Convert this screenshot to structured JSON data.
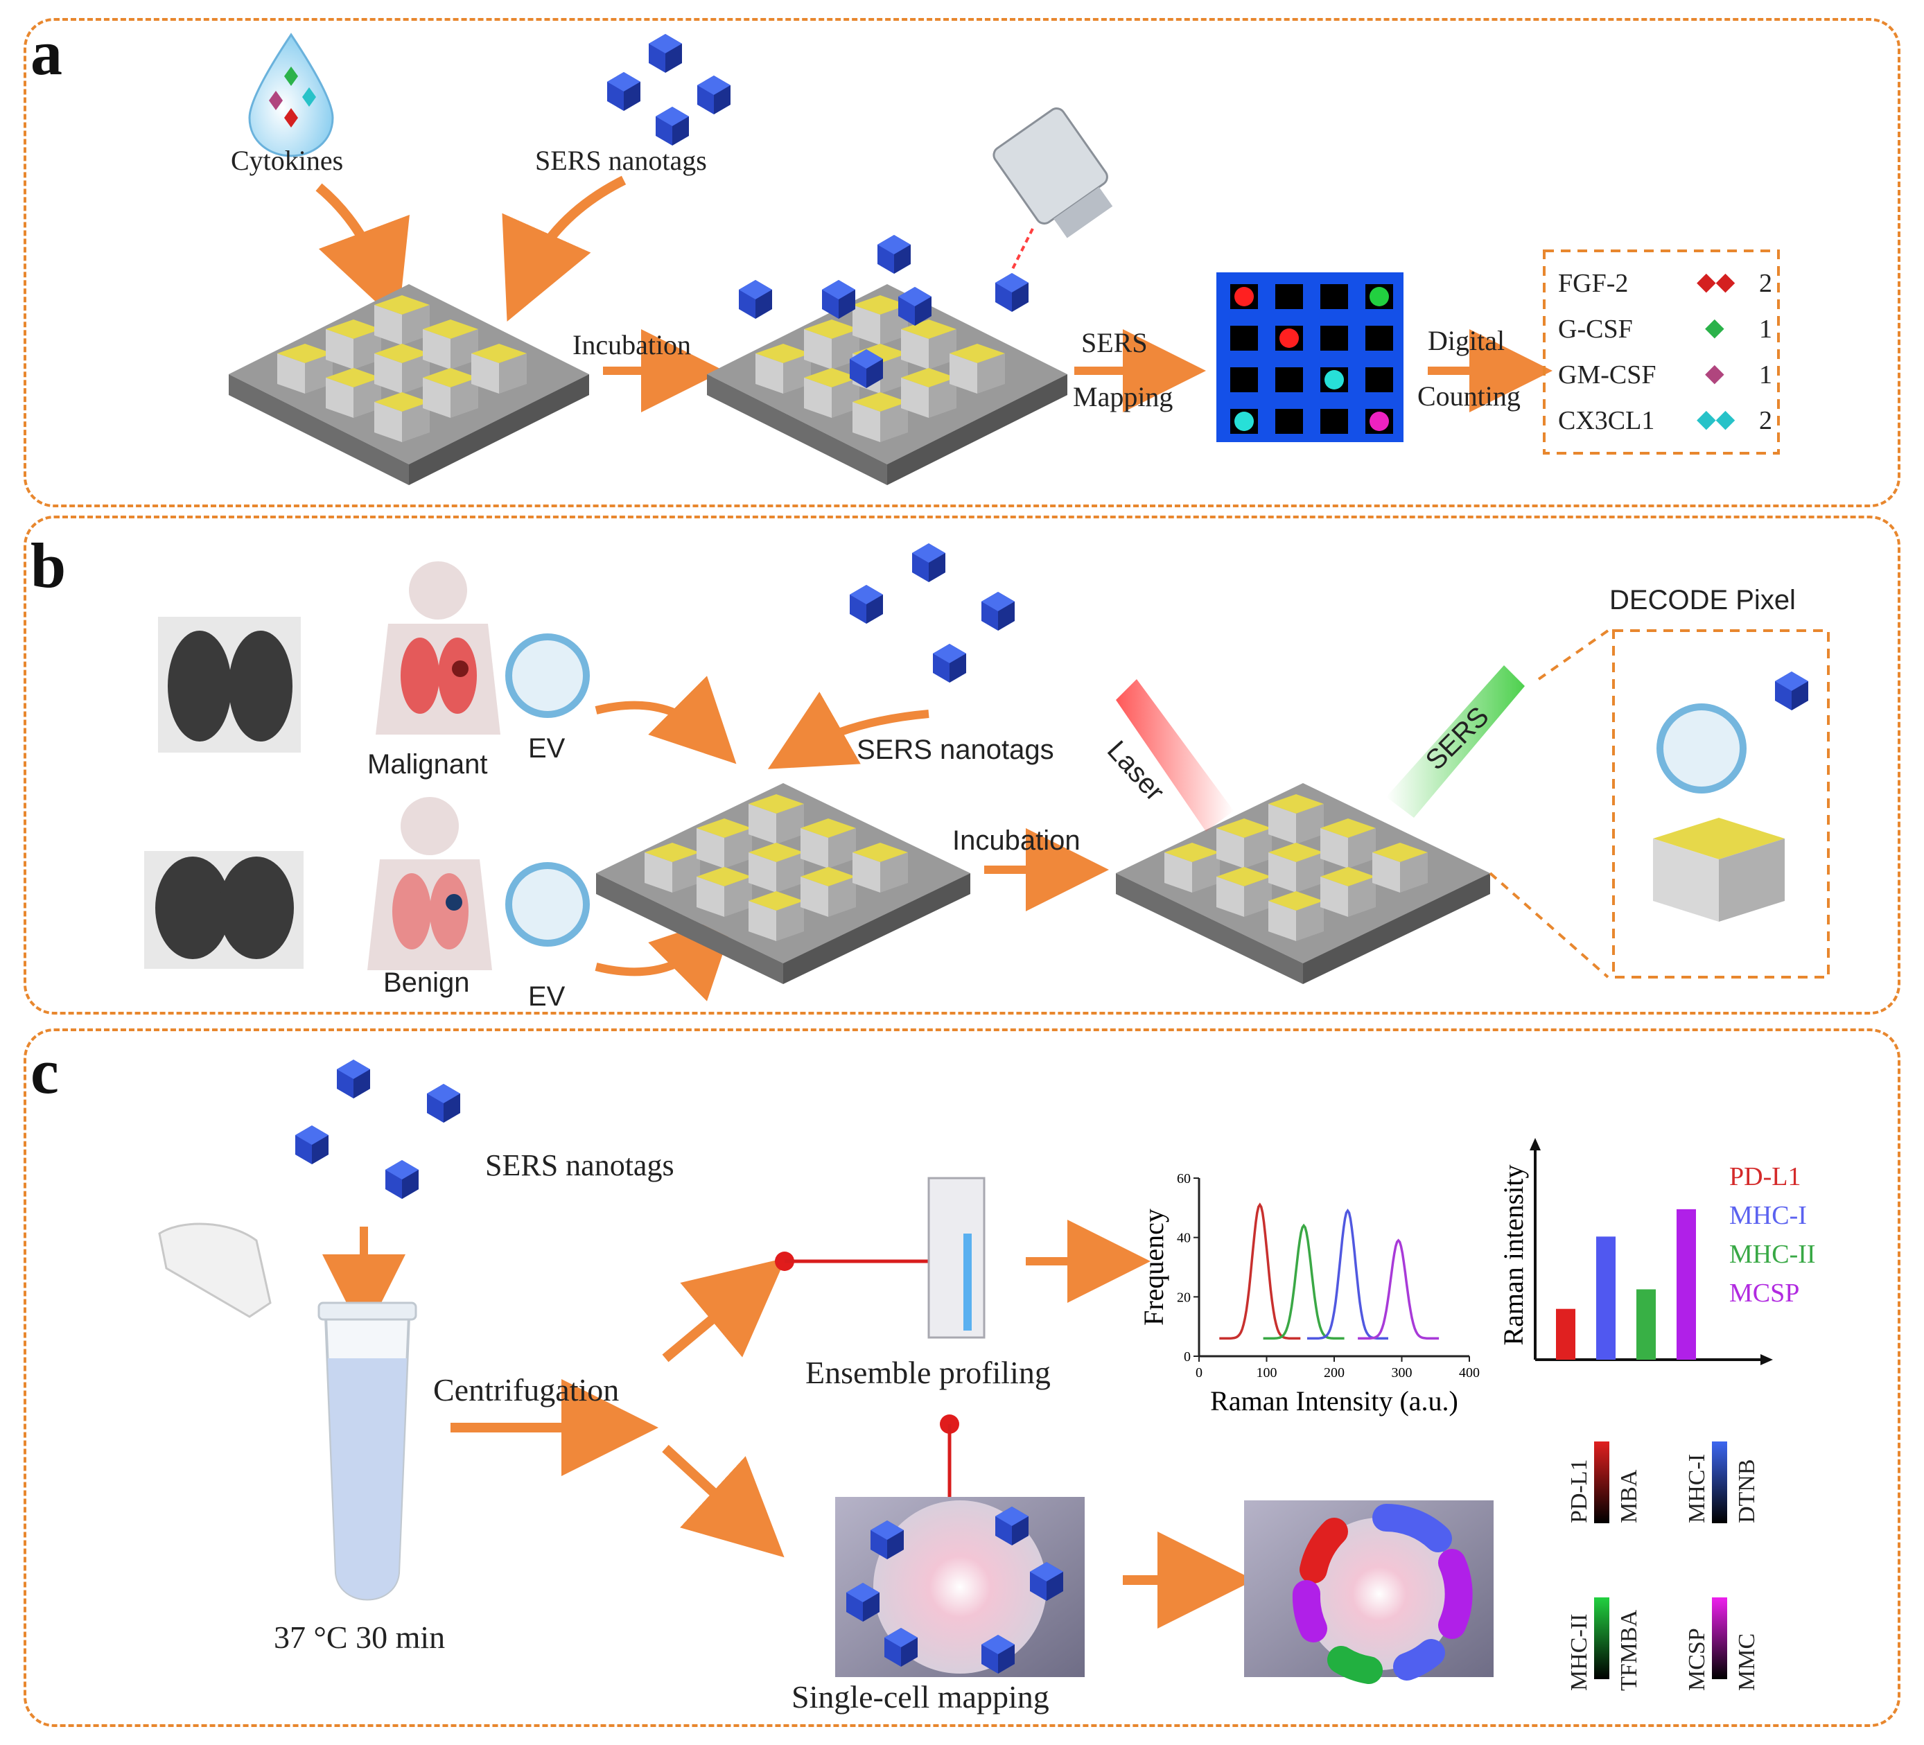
{
  "panel_a": {
    "letter": "a",
    "cytokines_label": "Cytokines",
    "nanotags_label": "SERS nanotags",
    "incubation_label": "Incubation",
    "sers_mapping_line1": "SERS",
    "sers_mapping_line2": "Mapping",
    "digital_counting_line1": "Digital",
    "digital_counting_line2": "Counting",
    "counts": [
      {
        "name": "FGF-2",
        "count": "2",
        "color": "#d42020"
      },
      {
        "name": "G-CSF",
        "count": "1",
        "color": "#2bb24a"
      },
      {
        "name": "GM-CSF",
        "count": "1",
        "color": "#b0457e"
      },
      {
        "name": "CX3CL1",
        "count": "2",
        "color": "#27c2c8"
      }
    ]
  },
  "panel_b": {
    "letter": "b",
    "malignant_label": "Malignant",
    "benign_label": "Benign",
    "ev_label_top": "EV",
    "ev_label_bottom": "EV",
    "nanotags_label": "SERS nanotags",
    "incubation_label": "Incubation",
    "laser_label": "Laser",
    "sers_label": "SERS",
    "decode_label": "DECODE Pixel"
  },
  "panel_c": {
    "letter": "c",
    "nanotags_label": "SERS nanotags",
    "centrifugation_label": "Centrifugation",
    "temperature_label": "37 °C 30 min",
    "ensemble_label": "Ensemble profiling",
    "single_cell_label": "Single-cell mapping",
    "bar_ylabel": "Raman intensity",
    "legend": [
      {
        "name": "PD-L1",
        "color": "#d42a2a"
      },
      {
        "name": "MHC-I",
        "color": "#5b62f0"
      },
      {
        "name": "MHC-II",
        "color": "#38a845"
      },
      {
        "name": "MCSP",
        "color": "#b12ae0"
      }
    ],
    "colorbars": [
      {
        "marker": "PD-L1",
        "reporter": "MBA",
        "color": "#e02020"
      },
      {
        "marker": "MHC-I",
        "reporter": "DTNB",
        "color": "#3c66f0"
      },
      {
        "marker": "MHC-II",
        "reporter": "TFMBA",
        "color": "#22d040"
      },
      {
        "marker": "MCSP",
        "reporter": "MMC",
        "color": "#ee20ee"
      }
    ]
  },
  "chart_data": [
    {
      "type": "line",
      "xlabel": "Raman Intensity (a.u.)",
      "ylabel": "Frequency",
      "xlim": [
        0,
        400
      ],
      "ylim": [
        0,
        60
      ],
      "xticks": [
        0,
        100,
        200,
        300,
        400
      ],
      "yticks": [
        0,
        20,
        40,
        60
      ],
      "series": [
        {
          "color": "#c8302e",
          "peak_x": 90,
          "peak_y": 51
        },
        {
          "color": "#3aa845",
          "peak_x": 155,
          "peak_y": 44
        },
        {
          "color": "#5058e0",
          "peak_x": 220,
          "peak_y": 49
        },
        {
          "color": "#a83ad8",
          "peak_x": 295,
          "peak_y": 39
        }
      ]
    },
    {
      "type": "bar",
      "ylabel": "Raman intensity",
      "categories": [
        "PD-L1",
        "MHC-I",
        "MHC-II",
        "MCSP"
      ],
      "values": [
        26,
        63,
        36,
        77
      ],
      "colors": [
        "#e02020",
        "#5058f0",
        "#38b045",
        "#b020e8"
      ]
    }
  ]
}
